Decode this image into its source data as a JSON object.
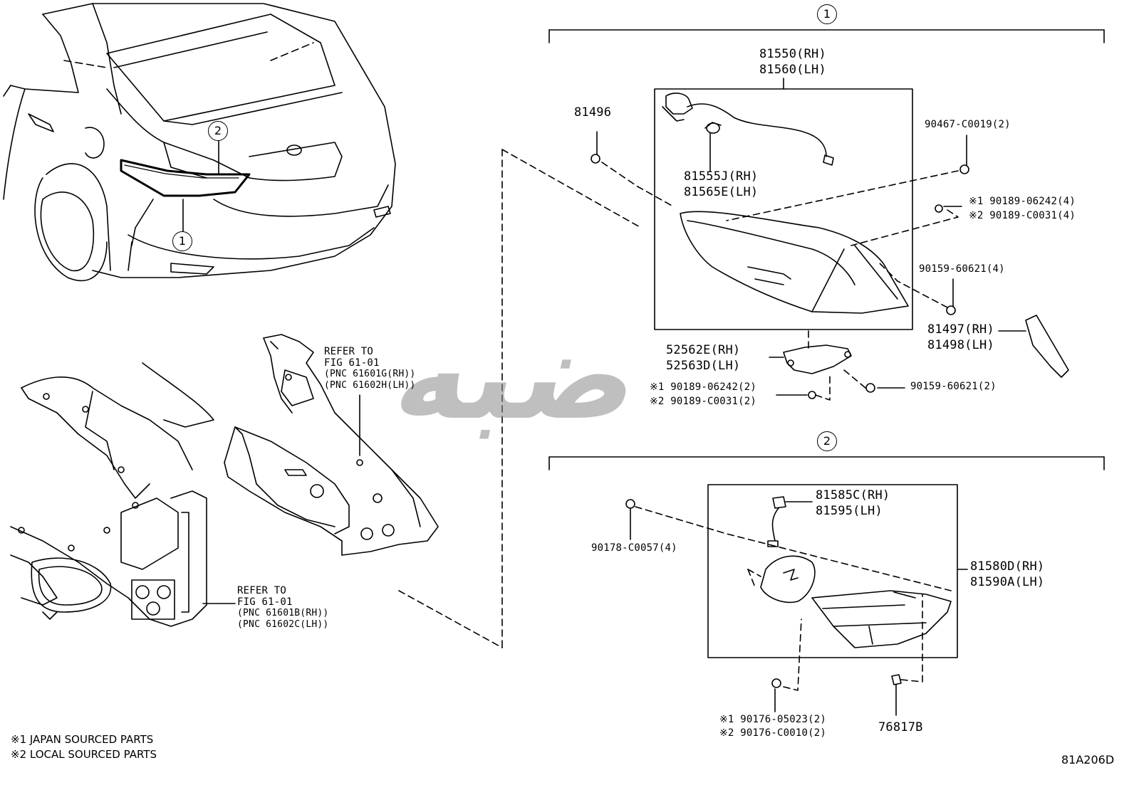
{
  "callouts": {
    "one_top": "1",
    "two_mid": "2",
    "car_one": "1",
    "car_two": "2"
  },
  "parts": {
    "p81550": "81550(RH)",
    "p81560": "81560(LH)",
    "p81496": "81496",
    "p81555j": "81555J(RH)",
    "p81565e": "81565E(LH)",
    "p90467": "90467-C0019(2)",
    "p90189a1": "※1 90189-06242(4)",
    "p90189a2": "※2 90189-C0031(4)",
    "p90159a": "90159-60621(4)",
    "p81497": "81497(RH)",
    "p81498": "81498(LH)",
    "p52562e": "52562E(RH)",
    "p52563d": "52563D(LH)",
    "p90189b1": "※1 90189-06242(2)",
    "p90189b2": "※2 90189-C0031(2)",
    "p90159b": "90159-60621(2)",
    "p81585c": "81585C(RH)",
    "p81595": "81595(LH)",
    "p90178": "90178-C0057(4)",
    "p81580d": "81580D(RH)",
    "p81590a": "81590A(LH)",
    "p90176_1": "※1 90176-05023(2)",
    "p90176_2": "※2 90176-C0010(2)",
    "p76817b": "76817B"
  },
  "refs": {
    "upper": [
      "REFER TO",
      "FIG 61-01",
      "(PNC 61601G(RH))",
      "(PNC 61602H(LH))"
    ],
    "lower": [
      "REFER TO",
      "FIG 61-01",
      "(PNC 61601B(RH))",
      "(PNC 61602C(LH))"
    ]
  },
  "notes": {
    "n1": "※1 JAPAN SOURCED PARTS",
    "n2": "※2 LOCAL SOURCED PARTS"
  },
  "diagram_code": "81A206D"
}
